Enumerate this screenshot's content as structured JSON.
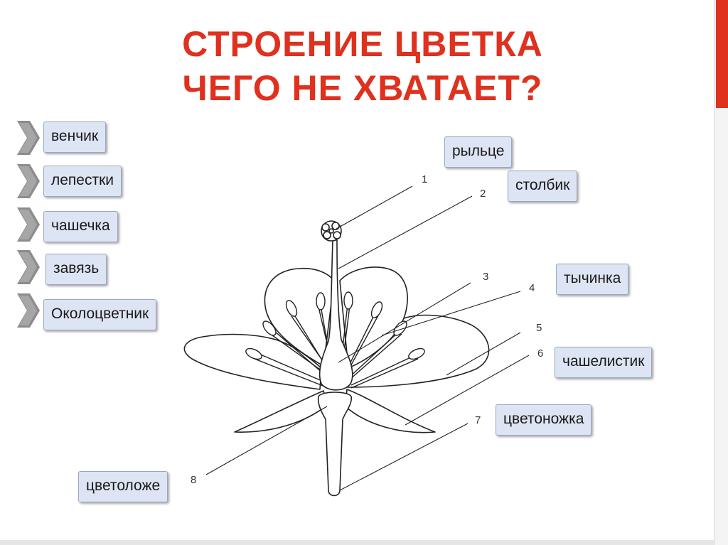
{
  "title": {
    "line1": "СТРОЕНИЕ ЦВЕТКА",
    "line2": "ЧЕГО НЕ ХВАТАЕТ?"
  },
  "left_terms": [
    "венчик",
    "лепестки",
    "чашечка",
    "завязь",
    "Околоцветник"
  ],
  "diagram_labels": {
    "rylce": "рыльце",
    "stolbik": "столбик",
    "tychinka": "тычинка",
    "chashelistik": "чашелистик",
    "cvetonozhka": "цветоножка",
    "cvetolozhe": "цветоложе"
  },
  "numbers": [
    "1",
    "2",
    "3",
    "4",
    "5",
    "6",
    "7",
    "8"
  ],
  "colors": {
    "title": "#e0301e",
    "label_fill": "#dde4f3",
    "chevron": "#8c8c8c"
  },
  "icons": {
    "bullet": "chevron-right-icon"
  }
}
